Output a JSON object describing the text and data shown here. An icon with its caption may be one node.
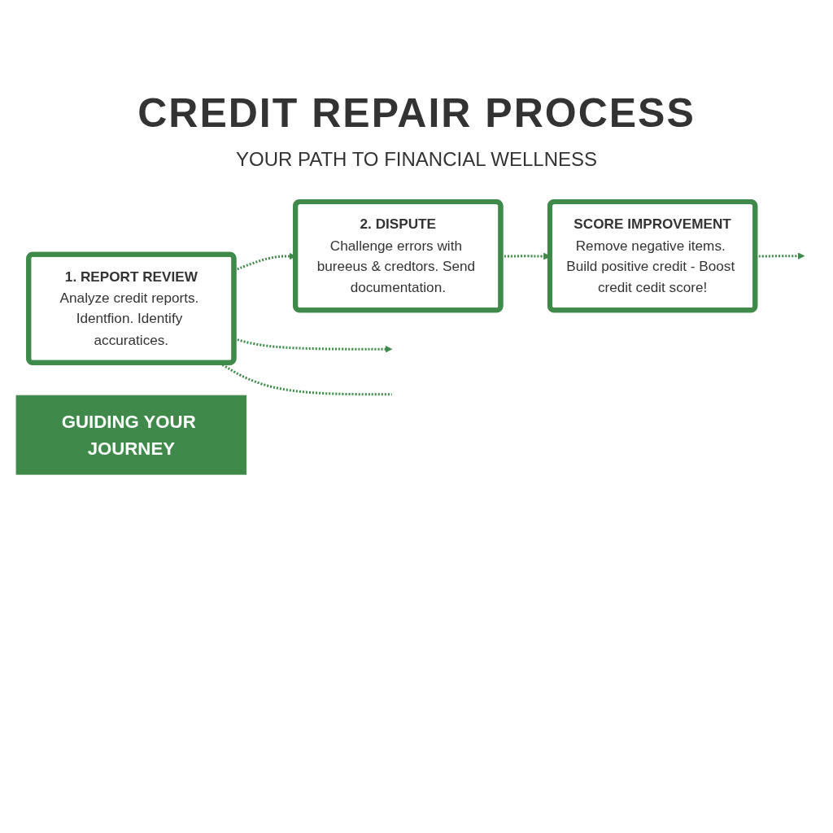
{
  "diagram": {
    "title": "CREDIT REPAIR PROCESS",
    "nodes": [
      {
        "text": [
          "1. REPORT REVIEW",
          "Analyze credit reports. Identfion. Identify accuratices."
        ]
      },
      {
        "text": [
          "2. DISPUTE",
          "Challenge errors with bureeus & credtors. Send documentation."
        ]
      },
      {
        "text": [
          "SCORE IMPROVEMENT",
          "Remove negative items. Build positive credit - Boost credit cedit score!"
        ]
      },
      {
        "text": [
          "GUIDING YOUR JOURNEY"
        ]
      }
    ],
    "edges": [
      {
        "from": 0,
        "to": 1,
        "arrow": "to",
        "style": "dashed"
      },
      {
        "from": 1,
        "to": 2,
        "arrow": "to",
        "style": "dashed"
      },
      {
        "from": 0,
        "to": null,
        "arrow": "to",
        "style": "dashed"
      },
      {
        "from": 0,
        "to": null,
        "arrow": "none",
        "style": "dashed"
      },
      {
        "from": 2,
        "to": null,
        "arrow": "to",
        "style": "dashed"
      }
    ],
    "labels": [
      "YOUR PATH TO FINANCIAL WELLNESS"
    ]
  }
}
